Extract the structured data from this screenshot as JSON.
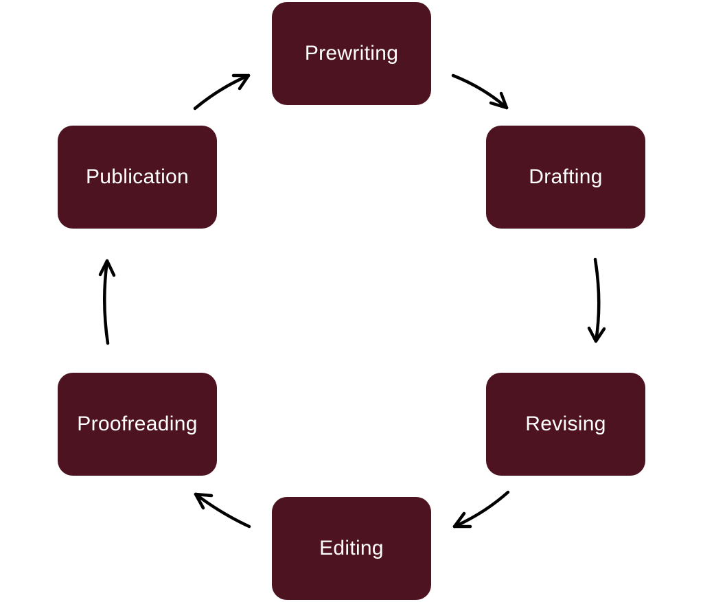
{
  "diagram": {
    "type": "cycle",
    "node_color": "#4e1320",
    "text_color": "#ffffff",
    "arrow_color": "#000000",
    "nodes": [
      {
        "label": "Prewriting"
      },
      {
        "label": "Drafting"
      },
      {
        "label": "Revising"
      },
      {
        "label": "Editing"
      },
      {
        "label": "Proofreading"
      },
      {
        "label": "Publication"
      }
    ],
    "edges": [
      {
        "from": "Prewriting",
        "to": "Drafting"
      },
      {
        "from": "Drafting",
        "to": "Revising"
      },
      {
        "from": "Revising",
        "to": "Editing"
      },
      {
        "from": "Editing",
        "to": "Proofreading"
      },
      {
        "from": "Proofreading",
        "to": "Publication"
      },
      {
        "from": "Publication",
        "to": "Prewriting"
      }
    ]
  }
}
